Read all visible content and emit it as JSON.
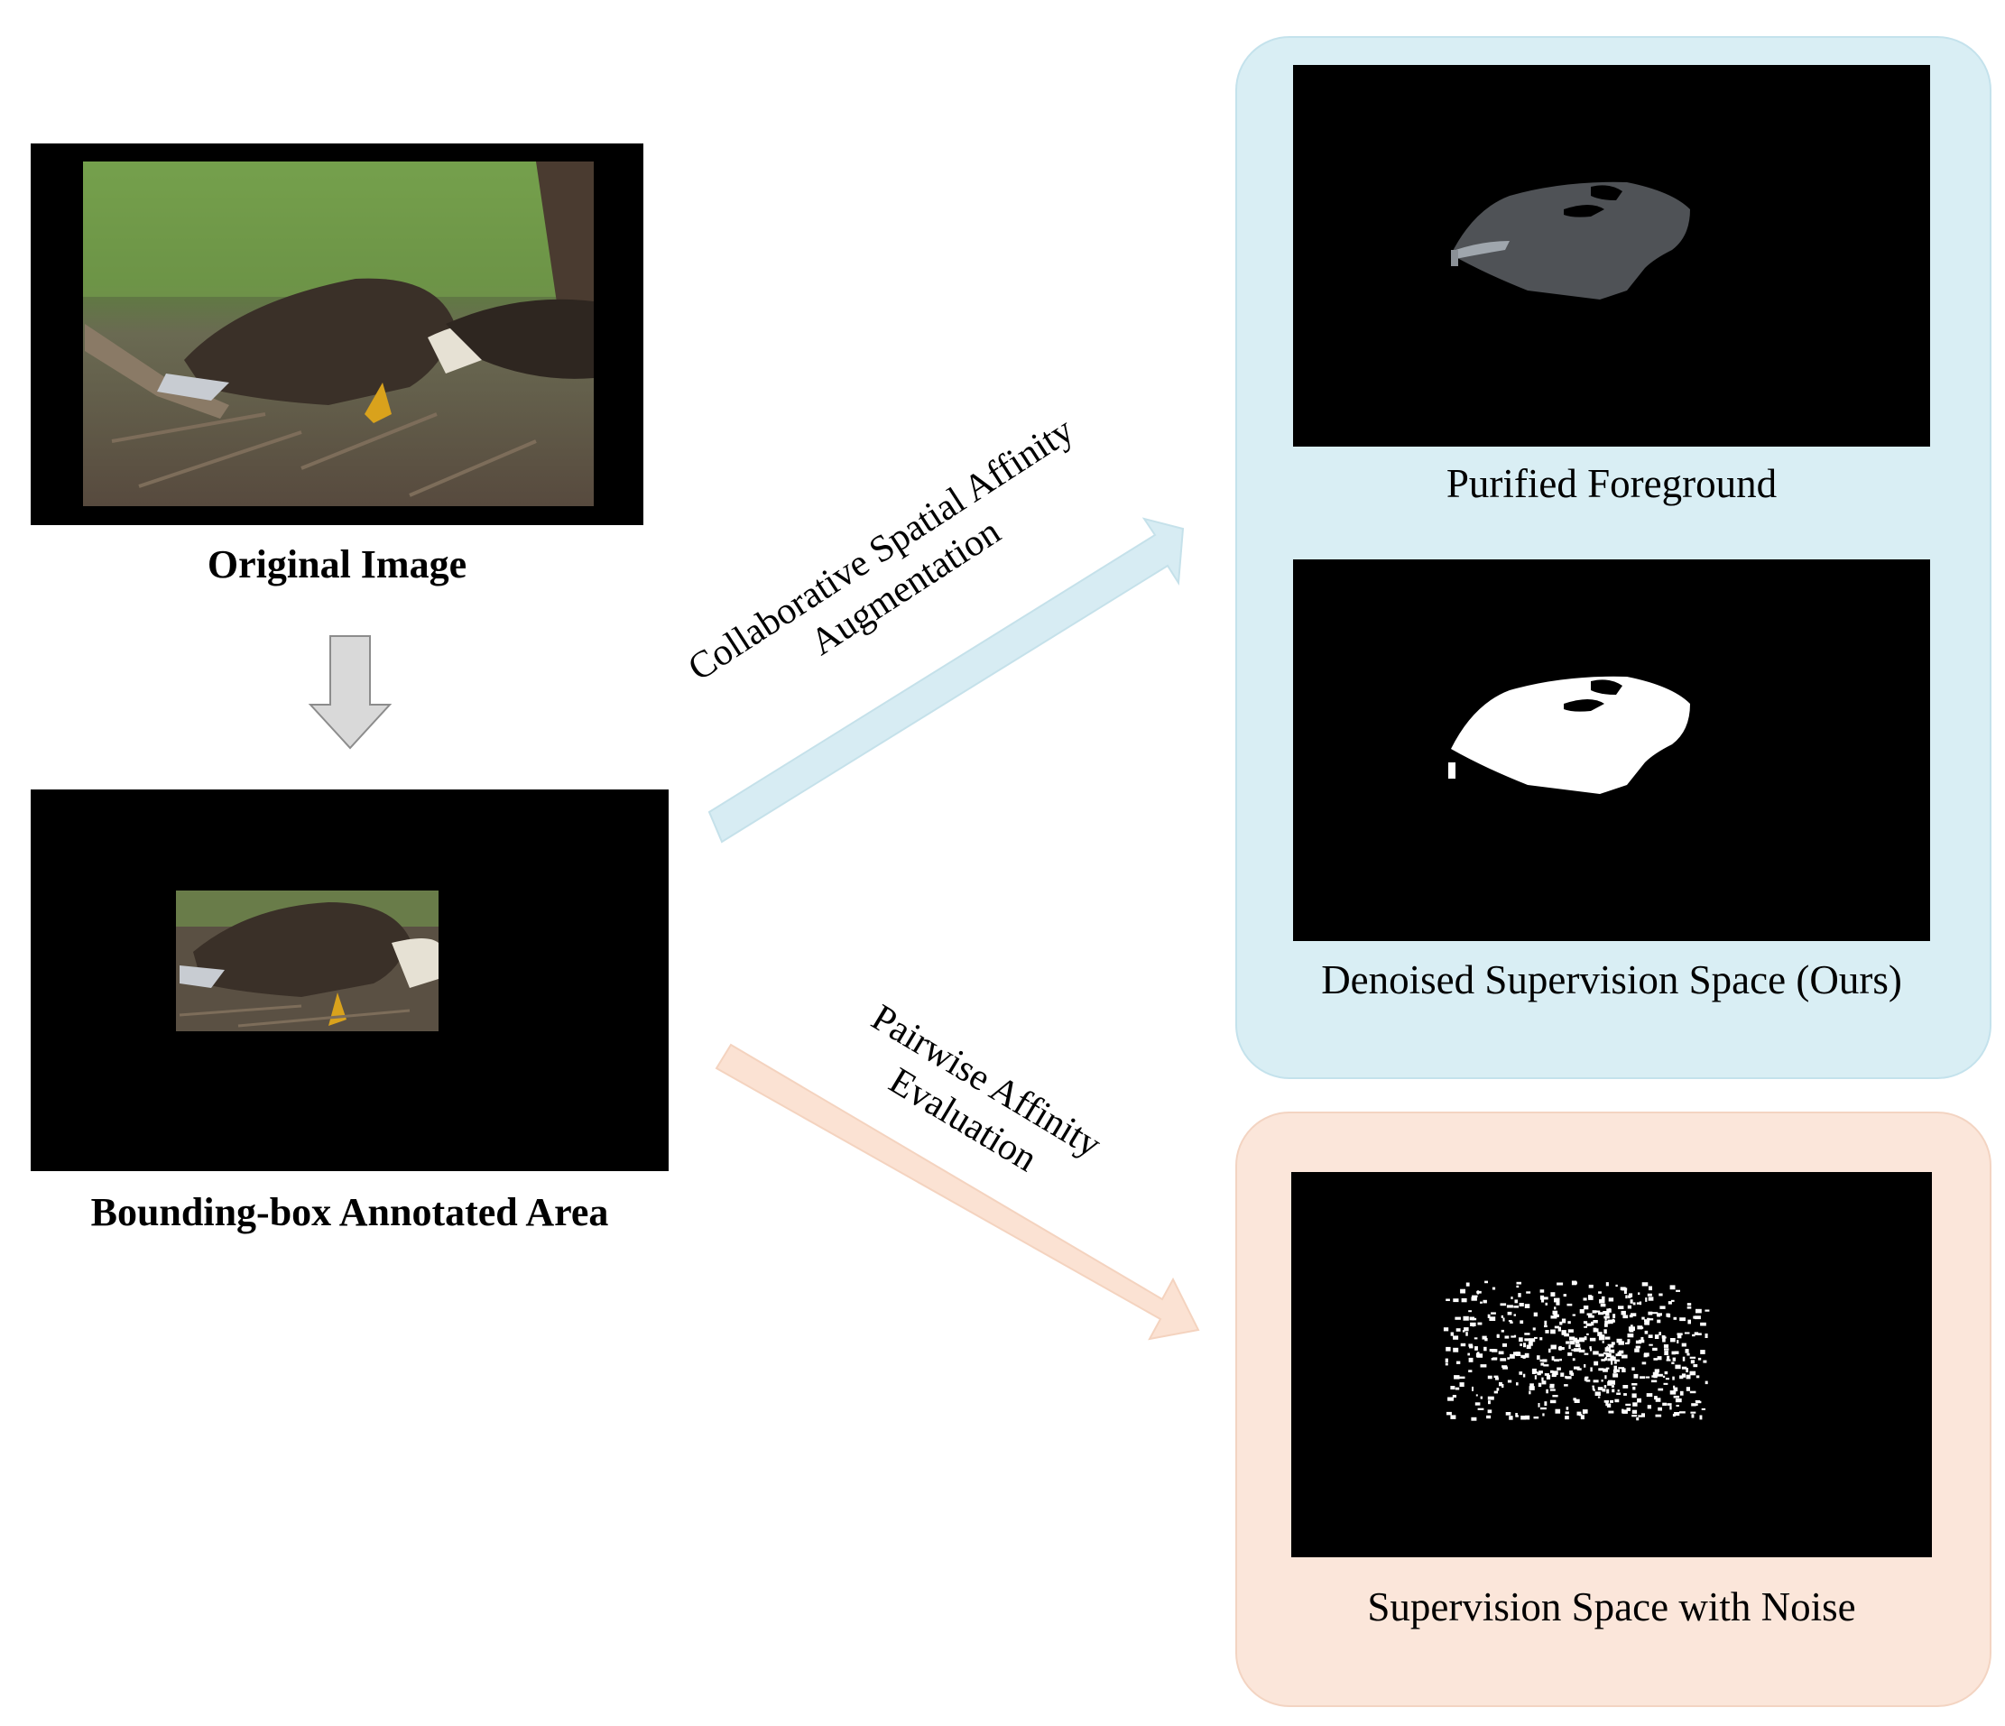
{
  "left": {
    "original_caption": "Original Image",
    "bbox_caption": "Bounding-box Annotated Area"
  },
  "arrows": {
    "upper_label_line1": "Collaborative Spatial Affinity",
    "upper_label_line2": "Augmentation",
    "lower_label_line1": "Pairwise Affinity",
    "lower_label_line2": "Evaluation"
  },
  "right": {
    "purified_caption": "Purified Foreground",
    "denoised_caption": "Denoised Supervision Space (Ours)",
    "noise_caption": "Supervision Space with Noise"
  },
  "colors": {
    "blue_group": "#d9eef4",
    "orange_group": "#fbe6da",
    "blue_arrow": "#d7ecf3",
    "orange_arrow": "#fbe2d3",
    "down_arrow": "#d9d9d9"
  }
}
